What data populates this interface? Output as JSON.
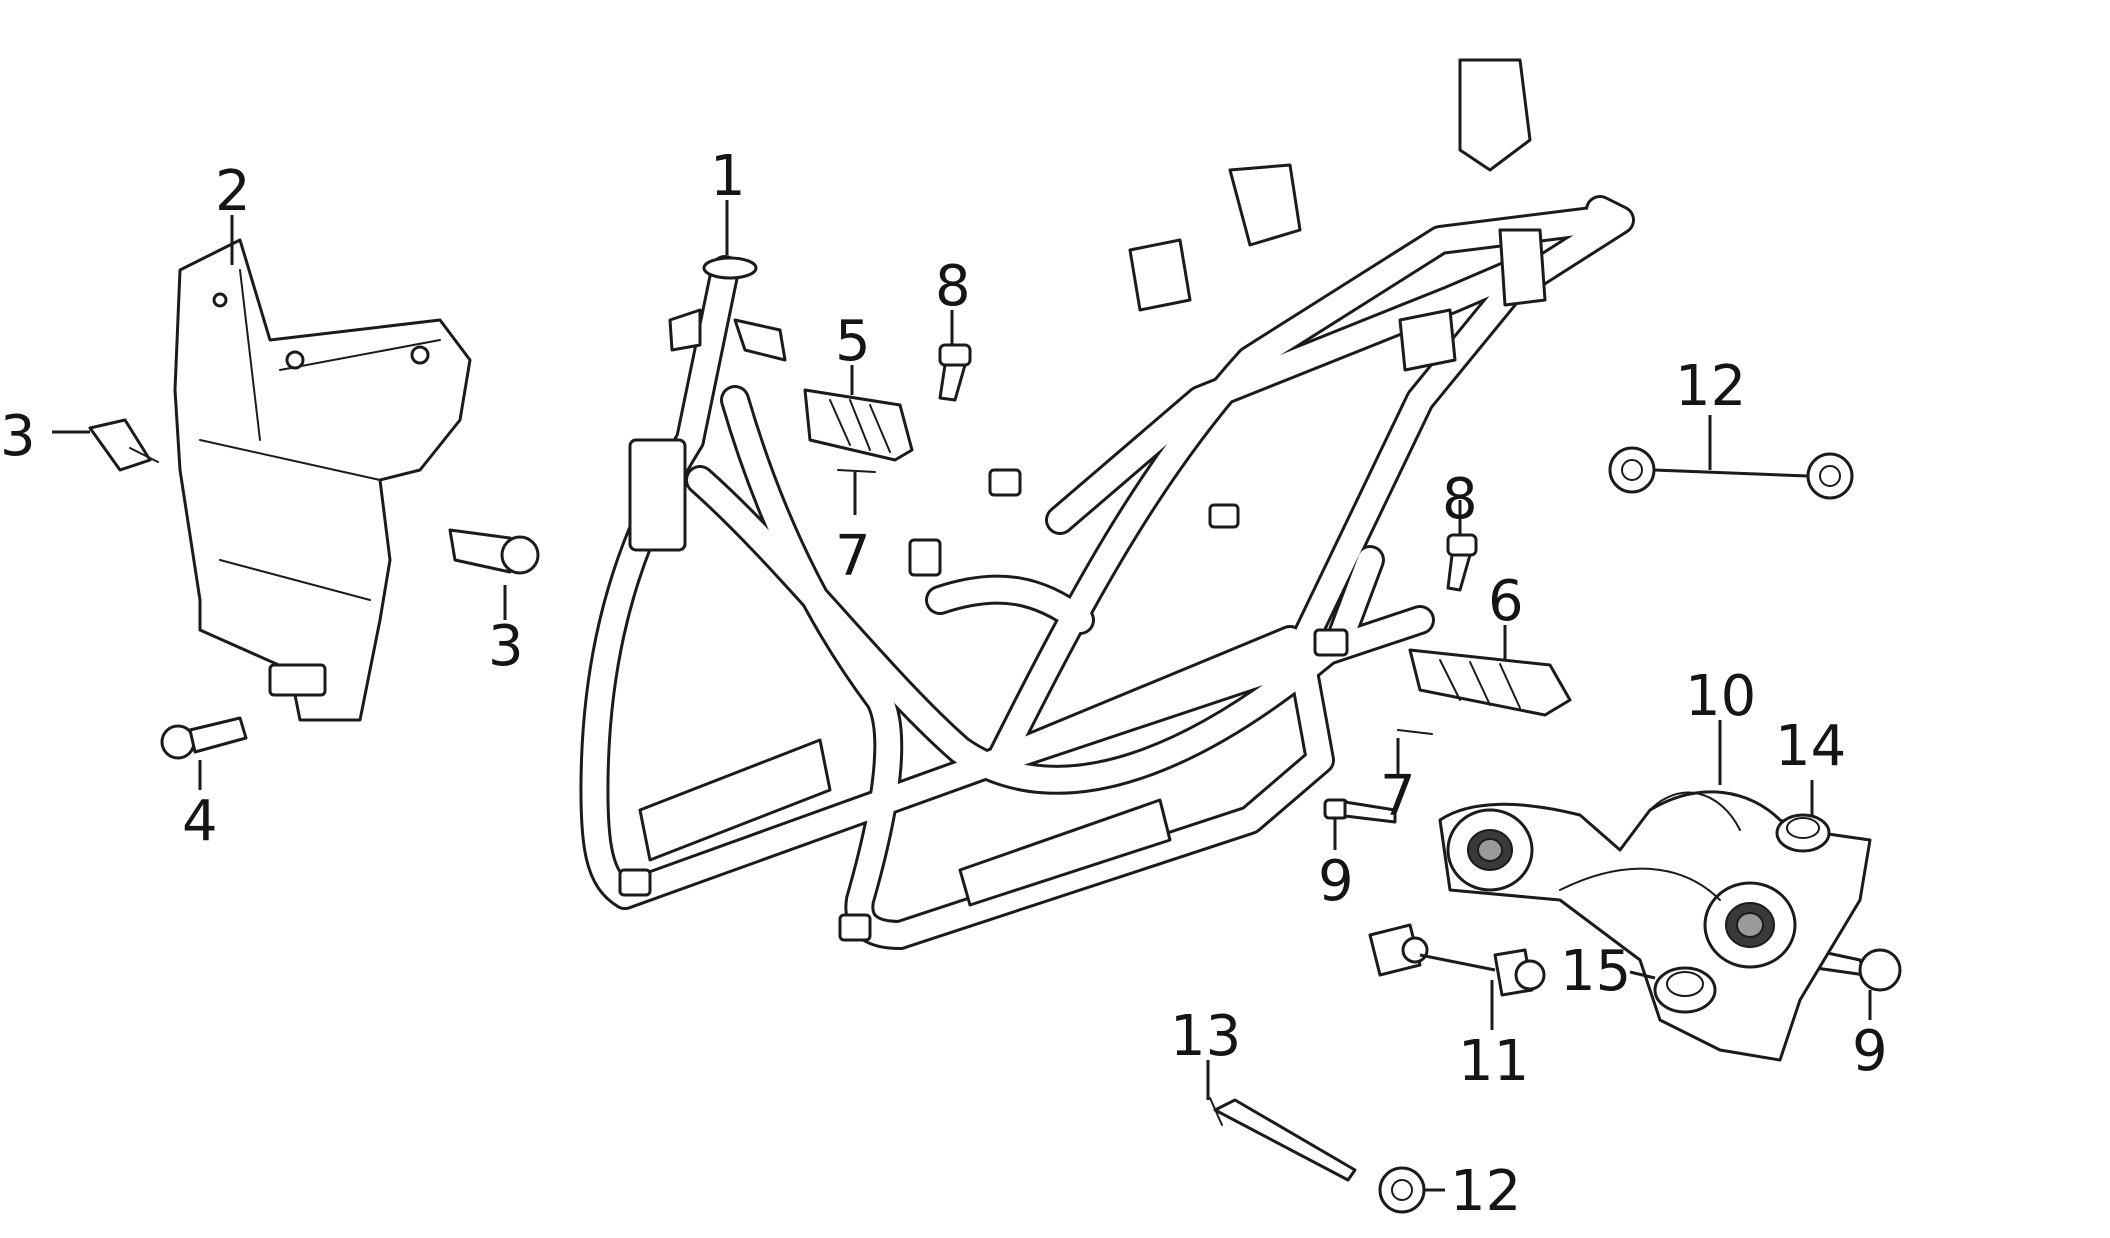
{
  "callouts": {
    "p1": "1",
    "p2": "2",
    "p3a": "3",
    "p3b": "3",
    "p4": "4",
    "p5": "5",
    "p6": "6",
    "p7a": "7",
    "p7b": "7",
    "p8a": "8",
    "p8b": "8",
    "p9a": "9",
    "p9b": "9",
    "p10": "10",
    "p11": "11",
    "p12a": "12",
    "p12b": "12",
    "p13": "13",
    "p14": "14",
    "p15": "15"
  }
}
